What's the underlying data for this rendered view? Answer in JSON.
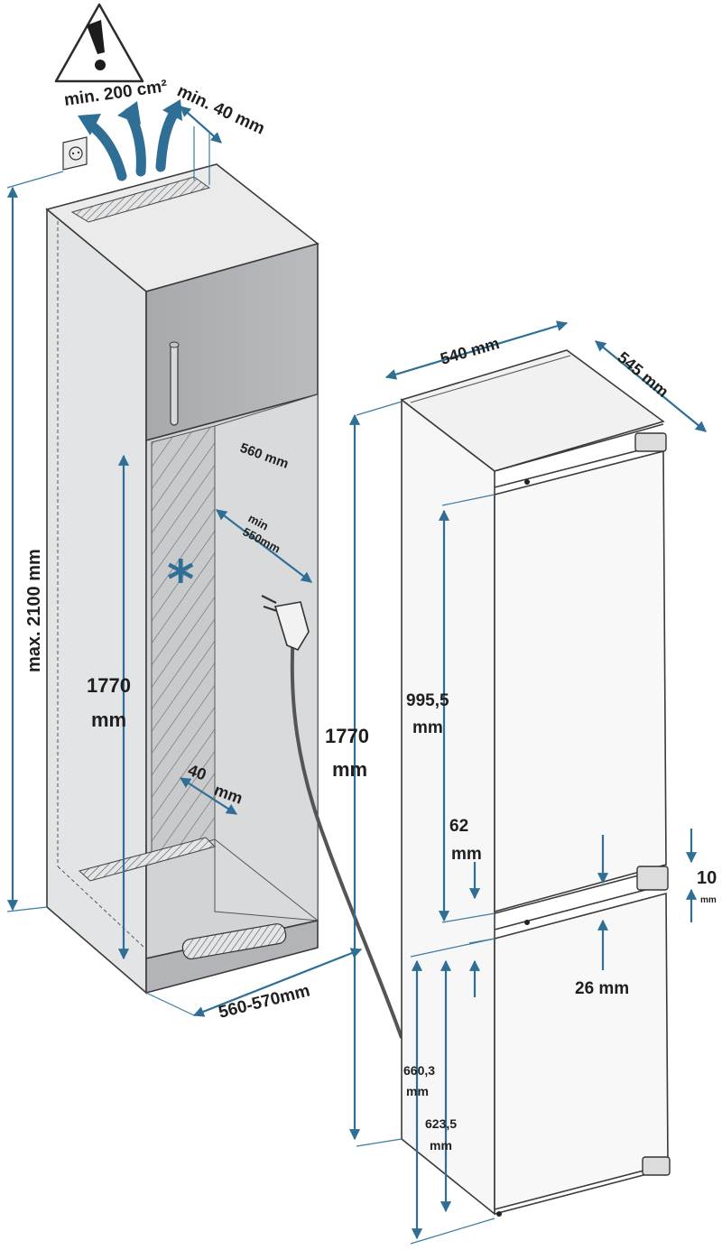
{
  "colors": {
    "arrow_blue": "#2f6f95",
    "cabinet_grey": "#b4b6b9",
    "cabinet_light": "#e7e8e9",
    "panel_grey": "#a6a8ab",
    "outline": "#3a3a3a"
  },
  "icons": [
    "warning-icon",
    "power-socket-icon",
    "airflow-arrows-icon",
    "snowflake-asterisk-icon",
    "power-plug-icon"
  ],
  "labels": {
    "vent_area": "min. 200 cm²",
    "top_gap": "min. 40 mm",
    "niche_height_max": "max. 2100 mm",
    "niche_inner_depth": "560 mm",
    "niche_min_width_1": "min",
    "niche_min_width_2": "550mm",
    "niche_height_1": "1770",
    "niche_height_2": "mm",
    "rear_gap_1": "40",
    "rear_gap_2": "mm",
    "niche_width": "560-570mm",
    "appliance_width": "540 mm",
    "appliance_depth": "545 mm",
    "appliance_height_1": "1770",
    "appliance_height_2": "mm",
    "upper_door_1": "995,5",
    "upper_door_2": "mm",
    "door_gap_1": "62",
    "door_gap_2": "mm",
    "hinge_gap_1": "10",
    "hinge_gap_2": "mm",
    "hinge_offset": "26 mm",
    "lower_door_1": "660,3",
    "lower_door_2": "mm",
    "lower_door_alt_1": "623,5",
    "lower_door_alt_2": "mm"
  }
}
